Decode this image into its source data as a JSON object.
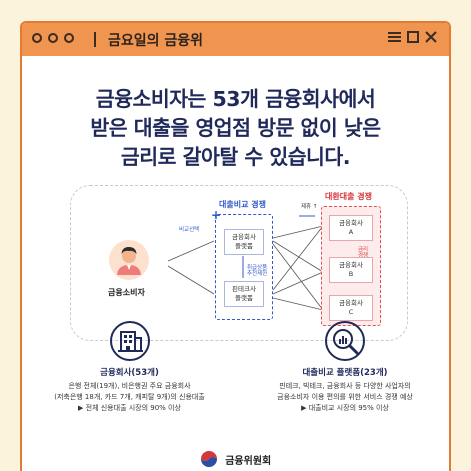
{
  "window": {
    "title": "금요일의 금융위",
    "controls": [
      "menu-icon",
      "maximize-icon",
      "close-icon"
    ]
  },
  "headline": {
    "line1": "금융소비자는 53개 금융회사에서",
    "line2": "받은 대출을 영업점 방문 없이 낮은",
    "line3": "금리로 갈아탈 수 있습니다."
  },
  "diagram": {
    "consumer_label": "금융소비자",
    "compare_select_label": "비교선택",
    "loan_compare_title": "대출비교 경쟁",
    "provide_label": "제휴 ↑",
    "plus_symbol": "+",
    "platform_financial": "금융회사\n플랫폼",
    "platform_fintech": "핀테크사\n플랫폼",
    "product_info_note": "취급상품\n추천제한",
    "refinance_title": "대환대출 경쟁",
    "company_a": "금융회사\nA",
    "company_b": "금융회사\nB",
    "company_c": "금융회사\nC",
    "rate_note": "금리\n경쟁"
  },
  "bottom": {
    "left_title": "금융회사(53개)",
    "left_line1": "은행 전체(19개), 비은행권 주요 금융회사",
    "left_line2": "(저축은행 18개, 카드 7개, 캐피탈 9개)의 신용대출",
    "left_line3": "▶ 전체 신용대출 시장의 90% 이상",
    "right_title": "대출비교 플랫폼(23개)",
    "right_line1": "핀테크, 빅테크, 금융회사 등 다양한 사업자의",
    "right_line2": "금융소비자 이용 편의를 위한 서비스 경쟁 예상",
    "right_line3": "▶ 대출비교 시장의 95% 이상"
  },
  "footer": {
    "org_name": "금융위원회"
  },
  "colors": {
    "accent_orange": "#ef9550",
    "navy": "#1f2a5a",
    "blue": "#3358c8",
    "red": "#d6363a",
    "background": "#fbf3dc"
  }
}
